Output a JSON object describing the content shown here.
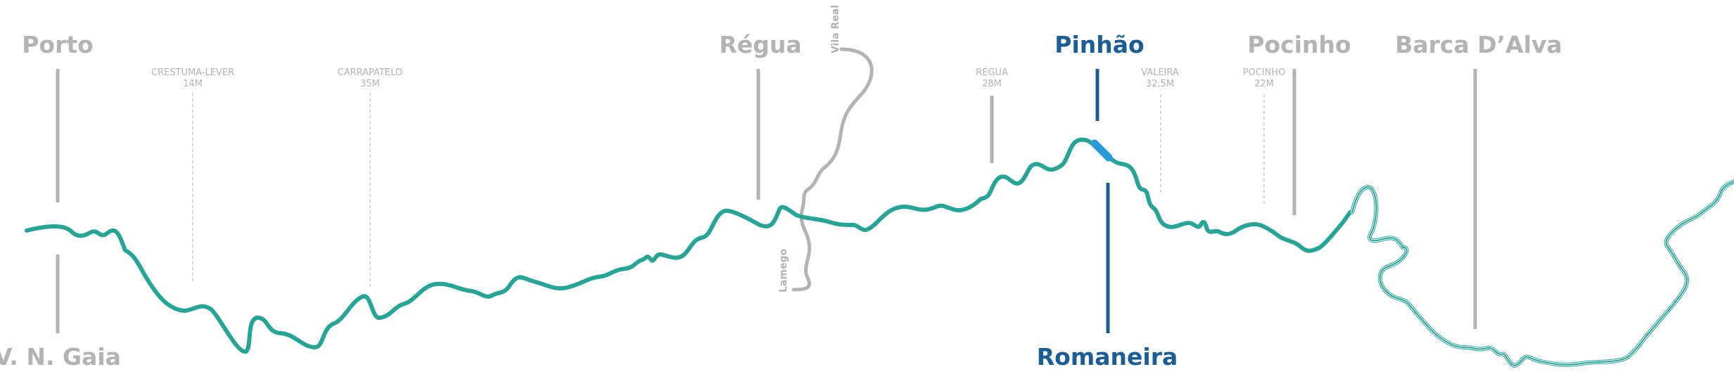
{
  "river": {
    "name": "",
    "colors": {
      "river": "#26a596",
      "marker_grey": "#b3b3b3",
      "highlight_blue": "#1b5e96",
      "boat_blue": "#2a9bd8",
      "tributary": "#b3b3b3"
    }
  },
  "towns": [
    {
      "id": "porto",
      "label": "Porto",
      "color": "grey"
    },
    {
      "id": "vn-gaia",
      "label": "V. N. Gaia",
      "color": "grey"
    },
    {
      "id": "regua",
      "label": "Régua",
      "color": "grey"
    },
    {
      "id": "pinhao",
      "label": "Pinhão",
      "color": "blue"
    },
    {
      "id": "romaneira",
      "label": "Romaneira",
      "color": "blue"
    },
    {
      "id": "pocinho",
      "label": "Pocinho",
      "color": "grey"
    },
    {
      "id": "barca-dalva",
      "label": "Barca D’Alva",
      "color": "grey"
    }
  ],
  "dams": [
    {
      "id": "crestuma-lever",
      "name": "CRESTUMA-LEVER",
      "height": "14M"
    },
    {
      "id": "carrapatelo",
      "name": "CARRAPATELO",
      "height": "35M"
    },
    {
      "id": "regua-dam",
      "name": "RÉGUA",
      "height": "28M"
    },
    {
      "id": "valeira",
      "name": "VALEIRA",
      "height": "32,5M"
    },
    {
      "id": "pocinho-dam",
      "name": "POCINHO",
      "height": "22M"
    }
  ],
  "tributary": {
    "north_label": "Vila Real",
    "south_label": "Lamego"
  },
  "icons": {
    "boat": "boat-marker-icon"
  }
}
